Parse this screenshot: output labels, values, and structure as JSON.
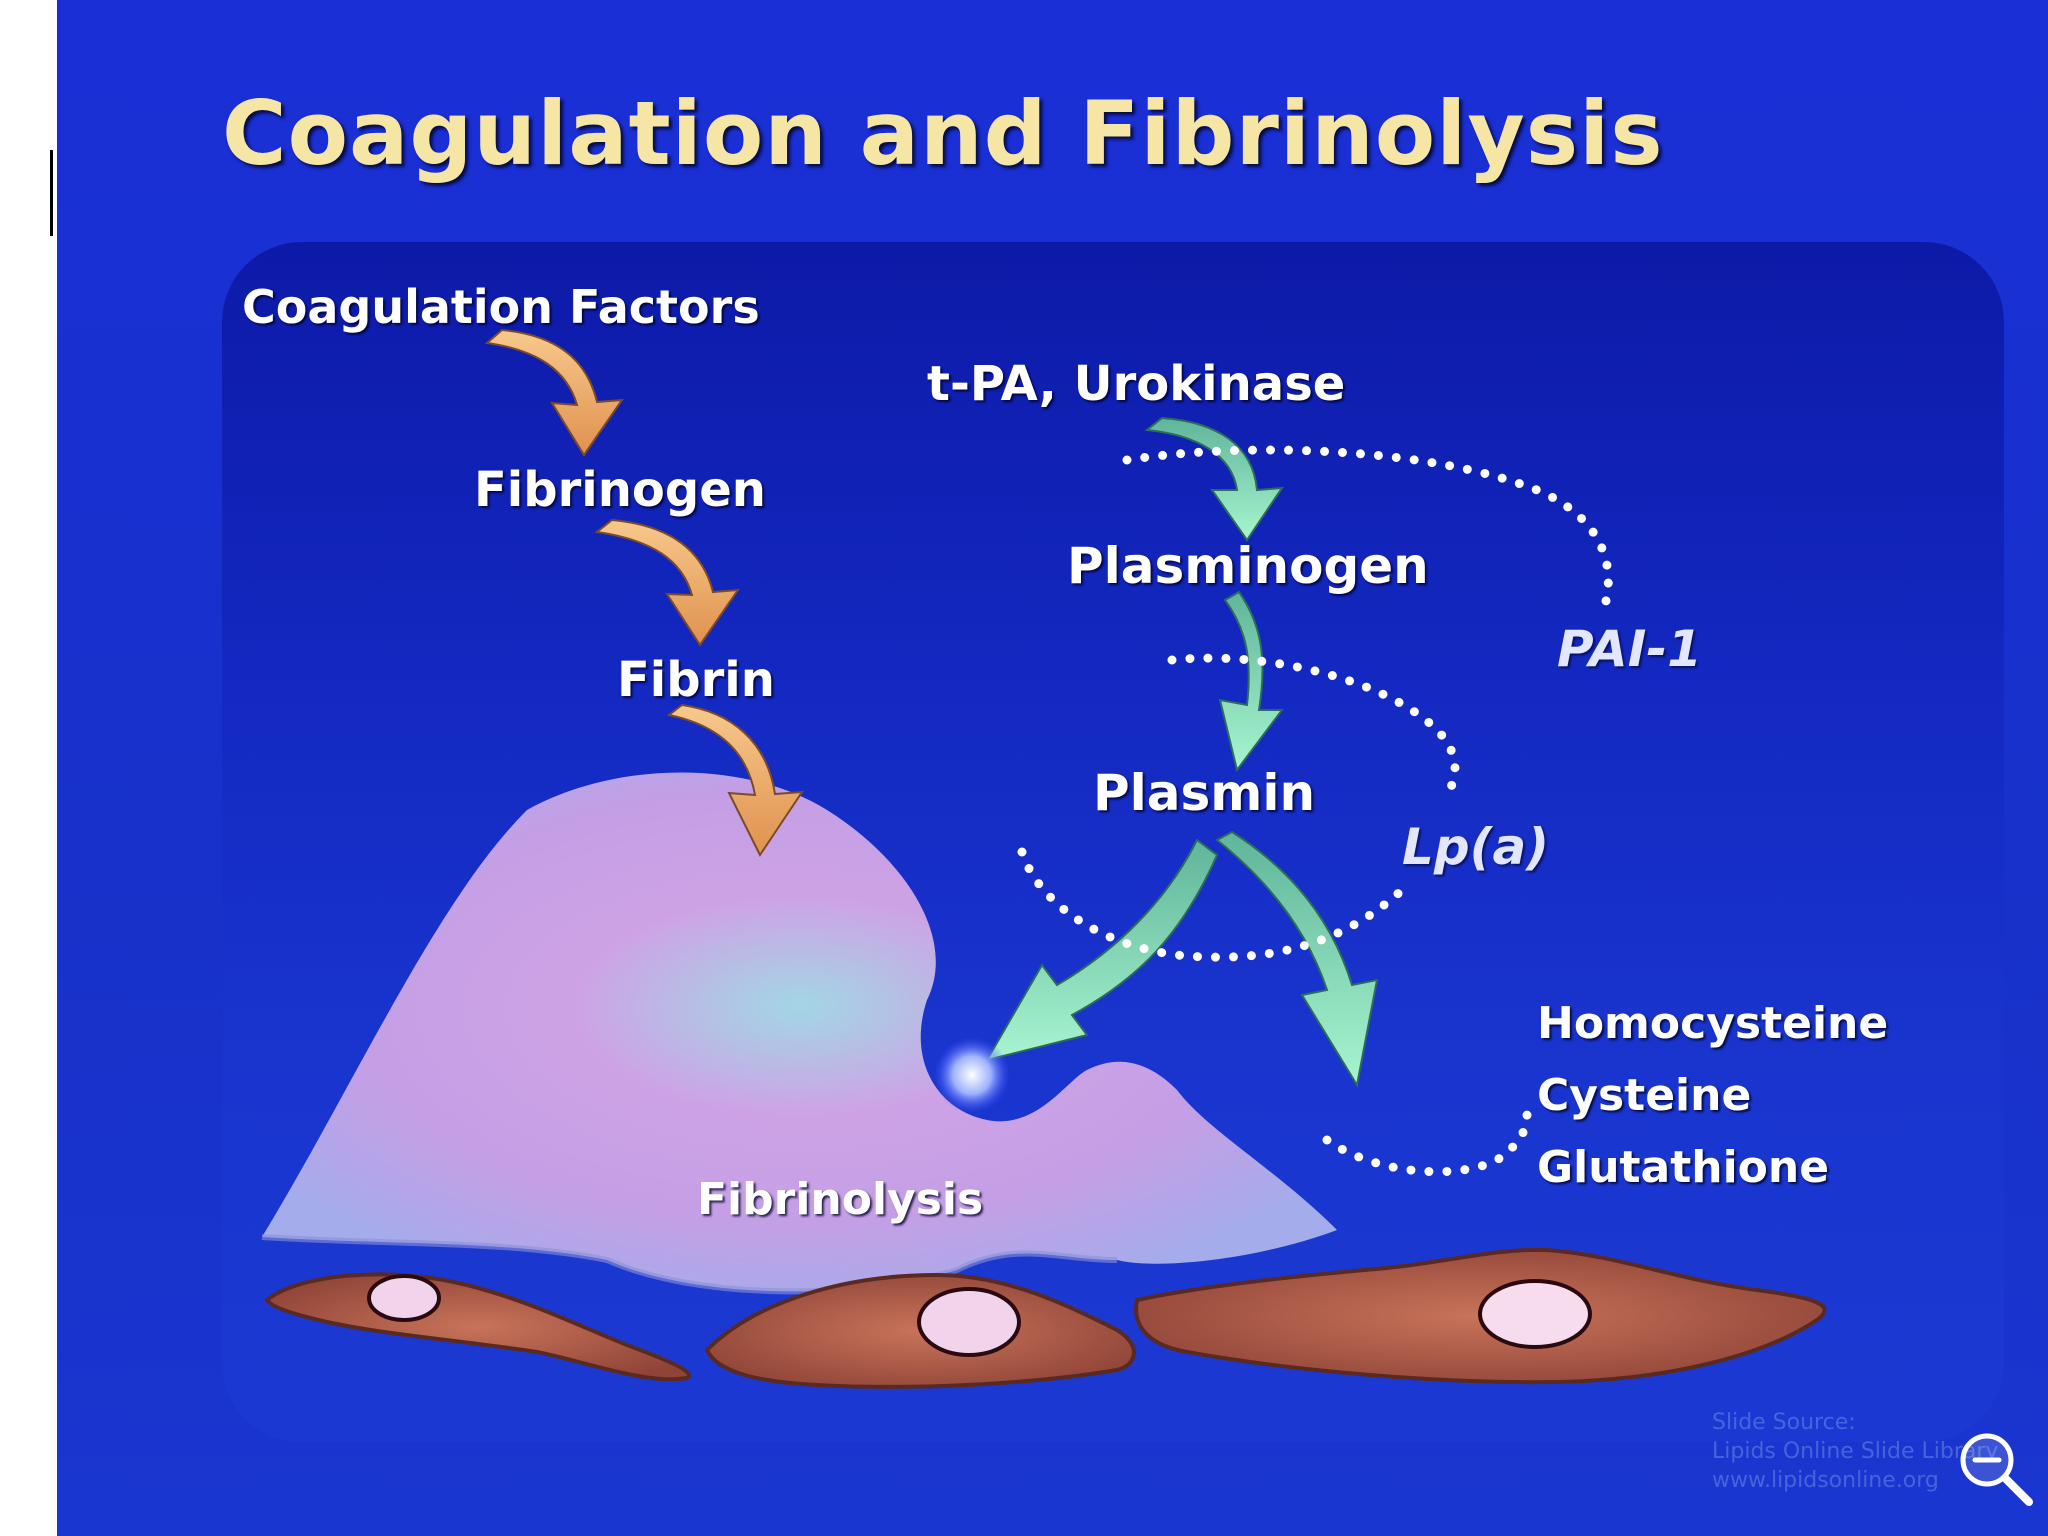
{
  "title": "Coagulation and Fibrinolysis",
  "nodes": {
    "coagulation_factors": "Coagulation Factors",
    "fibrinogen": "Fibrinogen",
    "fibrin": "Fibrin",
    "tpa_urokinase": "t-PA, Urokinase",
    "plasminogen": "Plasminogen",
    "plasmin": "Plasmin",
    "fibrinolysis": "Fibrinolysis"
  },
  "inhibitors": {
    "pai1": "PAI-1",
    "lpa": "Lp(a)"
  },
  "modulators": [
    "Homocysteine",
    "Cysteine",
    "Glutathione"
  ],
  "source": {
    "line1": "Slide Source:",
    "line2": "Lipids Online Slide Library",
    "line3": "www.lipidsonline.org"
  },
  "colors": {
    "title": "#f6e6a6",
    "background": "#1731c9",
    "orange_arrow": "#f2b071",
    "green_arrow": "#7fe0b0",
    "clot": "#c7a3e6",
    "cells": "#b5604a"
  },
  "icons": {
    "zoom": "zoom-out-icon"
  }
}
